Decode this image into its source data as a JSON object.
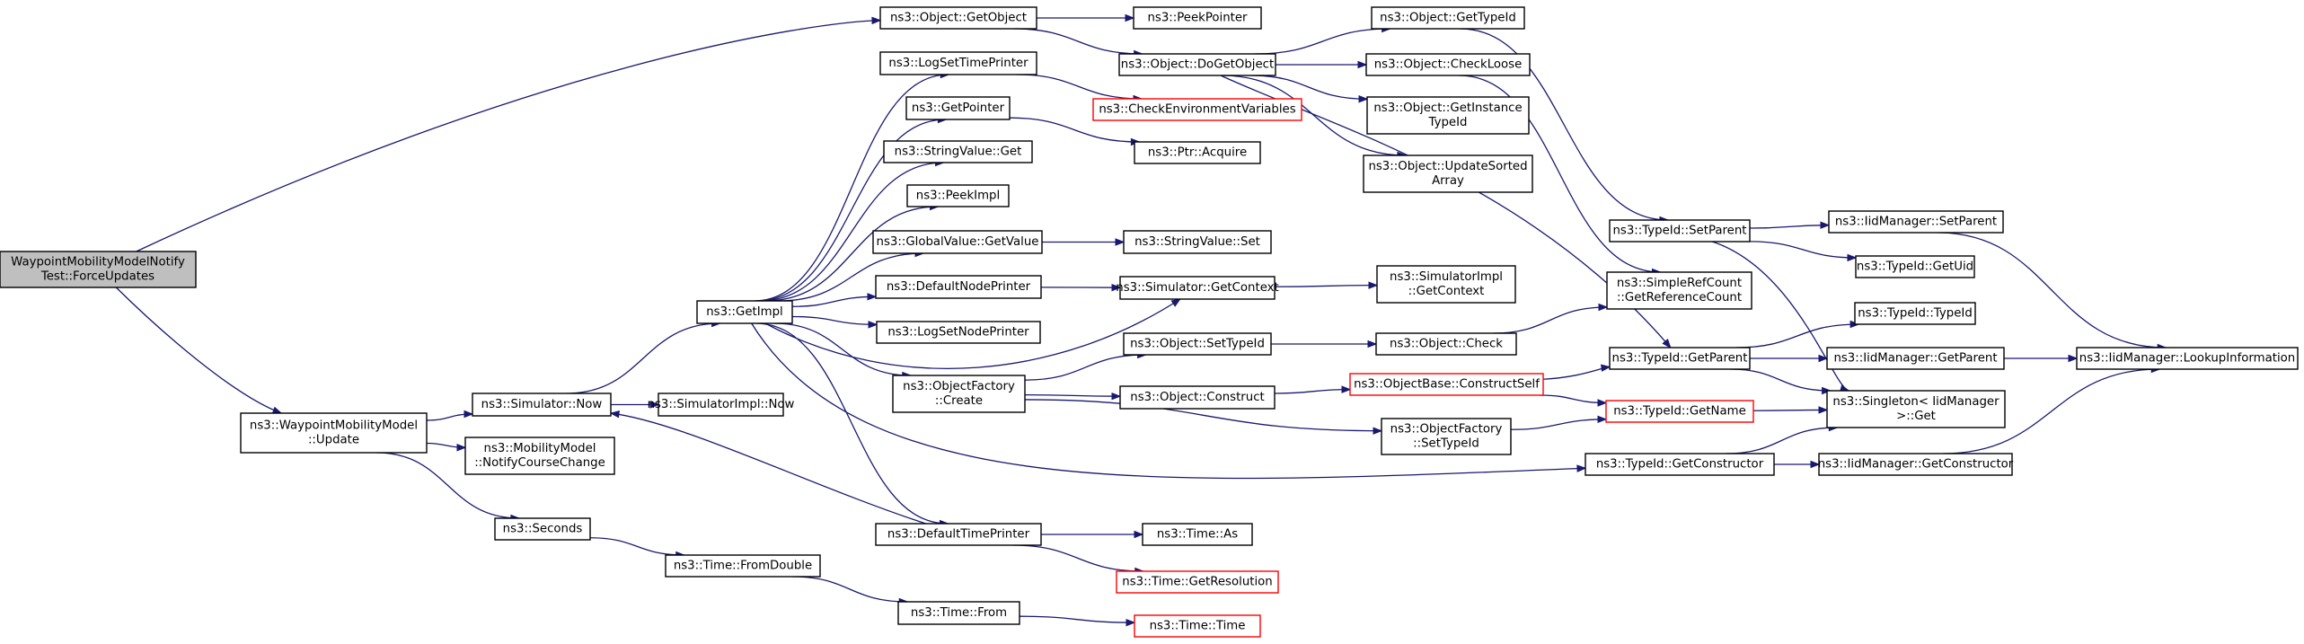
{
  "nodes": [
    {
      "id": "force",
      "lines": [
        "WaypointMobilityModelNotify",
        "Test::ForceUpdates"
      ],
      "style": "root"
    },
    {
      "id": "update",
      "lines": [
        "ns3::WaypointMobilityModel",
        "::Update"
      ],
      "style": "normal"
    },
    {
      "id": "simnow",
      "lines": [
        "ns3::Simulator::Now"
      ],
      "style": "normal"
    },
    {
      "id": "notify",
      "lines": [
        "ns3::MobilityModel",
        "::NotifyCourseChange"
      ],
      "style": "normal"
    },
    {
      "id": "seconds",
      "lines": [
        "ns3::Seconds"
      ],
      "style": "normal"
    },
    {
      "id": "getimpl",
      "lines": [
        "ns3::GetImpl"
      ],
      "style": "normal"
    },
    {
      "id": "simimplnow",
      "lines": [
        "ns3::SimulatorImpl::Now"
      ],
      "style": "normal"
    },
    {
      "id": "fromdouble",
      "lines": [
        "ns3::Time::FromDouble"
      ],
      "style": "normal"
    },
    {
      "id": "getobject",
      "lines": [
        "ns3::Object::GetObject"
      ],
      "style": "normal"
    },
    {
      "id": "logsettime",
      "lines": [
        "ns3::LogSetTimePrinter"
      ],
      "style": "normal"
    },
    {
      "id": "getpointer",
      "lines": [
        "ns3::GetPointer"
      ],
      "style": "normal"
    },
    {
      "id": "svget",
      "lines": [
        "ns3::StringValue::Get"
      ],
      "style": "normal"
    },
    {
      "id": "peekimpl",
      "lines": [
        "ns3::PeekImpl"
      ],
      "style": "normal"
    },
    {
      "id": "gvgetvalue",
      "lines": [
        "ns3::GlobalValue::GetValue"
      ],
      "style": "normal"
    },
    {
      "id": "defnodeprinter",
      "lines": [
        "ns3::DefaultNodePrinter"
      ],
      "style": "normal"
    },
    {
      "id": "logsetnode",
      "lines": [
        "ns3::LogSetNodePrinter"
      ],
      "style": "normal"
    },
    {
      "id": "ofcreate",
      "lines": [
        "ns3::ObjectFactory",
        "::Create"
      ],
      "style": "normal"
    },
    {
      "id": "deftimeprinter",
      "lines": [
        "ns3::DefaultTimePrinter"
      ],
      "style": "normal"
    },
    {
      "id": "timefrom",
      "lines": [
        "ns3::Time::From"
      ],
      "style": "normal"
    },
    {
      "id": "peekpointer",
      "lines": [
        "ns3::PeekPointer"
      ],
      "style": "normal"
    },
    {
      "id": "dogetobject",
      "lines": [
        "ns3::Object::DoGetObject"
      ],
      "style": "normal"
    },
    {
      "id": "checkenv",
      "lines": [
        "ns3::CheckEnvironmentVariables"
      ],
      "style": "missing"
    },
    {
      "id": "ptracquire",
      "lines": [
        "ns3::Ptr::Acquire"
      ],
      "style": "normal"
    },
    {
      "id": "svset",
      "lines": [
        "ns3::StringValue::Set"
      ],
      "style": "normal"
    },
    {
      "id": "simgetctx",
      "lines": [
        "ns3::Simulator::GetContext"
      ],
      "style": "normal"
    },
    {
      "id": "setypeid",
      "lines": [
        "ns3::Object::SetTypeId"
      ],
      "style": "normal"
    },
    {
      "id": "construct",
      "lines": [
        "ns3::Object::Construct"
      ],
      "style": "normal"
    },
    {
      "id": "timeas",
      "lines": [
        "ns3::Time::As"
      ],
      "style": "normal"
    },
    {
      "id": "getres",
      "lines": [
        "ns3::Time::GetResolution"
      ],
      "style": "missing"
    },
    {
      "id": "timetime",
      "lines": [
        "ns3::Time::Time"
      ],
      "style": "missing"
    },
    {
      "id": "gettypeid",
      "lines": [
        "ns3::Object::GetTypeId"
      ],
      "style": "normal"
    },
    {
      "id": "checkloose",
      "lines": [
        "ns3::Object::CheckLoose"
      ],
      "style": "normal"
    },
    {
      "id": "getinsttypeid",
      "lines": [
        "ns3::Object::GetInstance",
        "TypeId"
      ],
      "style": "normal"
    },
    {
      "id": "updsorted",
      "lines": [
        "ns3::Object::UpdateSorted",
        "Array"
      ],
      "style": "normal"
    },
    {
      "id": "simimplctx",
      "lines": [
        "ns3::SimulatorImpl",
        "::GetContext"
      ],
      "style": "normal"
    },
    {
      "id": "objcheck",
      "lines": [
        "ns3::Object::Check"
      ],
      "style": "normal"
    },
    {
      "id": "constructself",
      "lines": [
        "ns3::ObjectBase::ConstructSelf"
      ],
      "style": "missing"
    },
    {
      "id": "ofsettypeid",
      "lines": [
        "ns3::ObjectFactory",
        "::SetTypeId"
      ],
      "style": "normal"
    },
    {
      "id": "tidgetctor",
      "lines": [
        "ns3::TypeId::GetConstructor"
      ],
      "style": "normal"
    },
    {
      "id": "tidsetparent",
      "lines": [
        "ns3::TypeId::SetParent"
      ],
      "style": "normal"
    },
    {
      "id": "refcount",
      "lines": [
        "ns3::SimpleRefCount",
        "::GetReferenceCount"
      ],
      "style": "normal"
    },
    {
      "id": "tidgetparent",
      "lines": [
        "ns3::TypeId::GetParent"
      ],
      "style": "normal"
    },
    {
      "id": "tidgetname",
      "lines": [
        "ns3::TypeId::GetName"
      ],
      "style": "missing"
    },
    {
      "id": "iidsetparent",
      "lines": [
        "ns3::IidManager::SetParent"
      ],
      "style": "normal"
    },
    {
      "id": "tidgetuid",
      "lines": [
        "ns3::TypeId::GetUid"
      ],
      "style": "normal"
    },
    {
      "id": "tidtypeid",
      "lines": [
        "ns3::TypeId::TypeId"
      ],
      "style": "normal"
    },
    {
      "id": "iidgetparent",
      "lines": [
        "ns3::IidManager::GetParent"
      ],
      "style": "normal"
    },
    {
      "id": "singleton",
      "lines": [
        "ns3::Singleton< IidManager",
        " >::Get"
      ],
      "style": "normal"
    },
    {
      "id": "iidgetctor",
      "lines": [
        "ns3::IidManager::GetConstructor"
      ],
      "style": "normal"
    },
    {
      "id": "lookup",
      "lines": [
        "ns3::IidManager::LookupInformation"
      ],
      "style": "normal"
    }
  ],
  "edges": [
    {
      "from": "force",
      "to": "getobject"
    },
    {
      "from": "force",
      "to": "update"
    },
    {
      "from": "update",
      "to": "simnow"
    },
    {
      "from": "update",
      "to": "notify"
    },
    {
      "from": "update",
      "to": "seconds"
    },
    {
      "from": "simnow",
      "to": "getimpl"
    },
    {
      "from": "simnow",
      "to": "simimplnow"
    },
    {
      "from": "seconds",
      "to": "fromdouble"
    },
    {
      "from": "fromdouble",
      "to": "timefrom"
    },
    {
      "from": "timefrom",
      "to": "timetime"
    },
    {
      "from": "getimpl",
      "to": "logsettime"
    },
    {
      "from": "getimpl",
      "to": "getpointer"
    },
    {
      "from": "getimpl",
      "to": "svget"
    },
    {
      "from": "getimpl",
      "to": "peekimpl"
    },
    {
      "from": "getimpl",
      "to": "gvgetvalue"
    },
    {
      "from": "getimpl",
      "to": "defnodeprinter"
    },
    {
      "from": "getimpl",
      "to": "logsetnode"
    },
    {
      "from": "getimpl",
      "to": "ofcreate"
    },
    {
      "from": "getimpl",
      "to": "deftimeprinter"
    },
    {
      "from": "getimpl",
      "to": "simgetctx"
    },
    {
      "from": "getimpl",
      "to": "tidgetctor"
    },
    {
      "from": "getobject",
      "to": "peekpointer"
    },
    {
      "from": "getobject",
      "to": "dogetobject"
    },
    {
      "from": "logsettime",
      "to": "checkenv"
    },
    {
      "from": "getpointer",
      "to": "ptracquire"
    },
    {
      "from": "gvgetvalue",
      "to": "svset"
    },
    {
      "from": "defnodeprinter",
      "to": "simgetctx"
    },
    {
      "from": "simgetctx",
      "to": "simimplctx"
    },
    {
      "from": "ofcreate",
      "to": "setypeid"
    },
    {
      "from": "ofcreate",
      "to": "construct"
    },
    {
      "from": "ofcreate",
      "to": "ofsettypeid"
    },
    {
      "from": "deftimeprinter",
      "to": "simnow"
    },
    {
      "from": "deftimeprinter",
      "to": "timeas"
    },
    {
      "from": "deftimeprinter",
      "to": "getres"
    },
    {
      "from": "dogetobject",
      "to": "gettypeid"
    },
    {
      "from": "dogetobject",
      "to": "checkloose"
    },
    {
      "from": "dogetobject",
      "to": "getinsttypeid"
    },
    {
      "from": "dogetobject",
      "to": "updsorted"
    },
    {
      "from": "dogetobject",
      "to": "tidgetparent"
    },
    {
      "from": "gettypeid",
      "to": "tidsetparent"
    },
    {
      "from": "checkloose",
      "to": "refcount"
    },
    {
      "from": "setypeid",
      "to": "objcheck"
    },
    {
      "from": "objcheck",
      "to": "refcount"
    },
    {
      "from": "construct",
      "to": "constructself"
    },
    {
      "from": "constructself",
      "to": "tidgetparent"
    },
    {
      "from": "constructself",
      "to": "tidgetname"
    },
    {
      "from": "ofsettypeid",
      "to": "tidgetname"
    },
    {
      "from": "tidsetparent",
      "to": "iidsetparent"
    },
    {
      "from": "tidsetparent",
      "to": "tidgetuid"
    },
    {
      "from": "tidsetparent",
      "to": "singleton"
    },
    {
      "from": "tidgetparent",
      "to": "tidtypeid"
    },
    {
      "from": "tidgetparent",
      "to": "iidgetparent"
    },
    {
      "from": "tidgetparent",
      "to": "singleton"
    },
    {
      "from": "tidgetname",
      "to": "singleton"
    },
    {
      "from": "tidgetctor",
      "to": "singleton"
    },
    {
      "from": "tidgetctor",
      "to": "iidgetctor"
    },
    {
      "from": "iidsetparent",
      "to": "lookup"
    },
    {
      "from": "iidgetparent",
      "to": "lookup"
    },
    {
      "from": "iidgetctor",
      "to": "lookup"
    }
  ]
}
